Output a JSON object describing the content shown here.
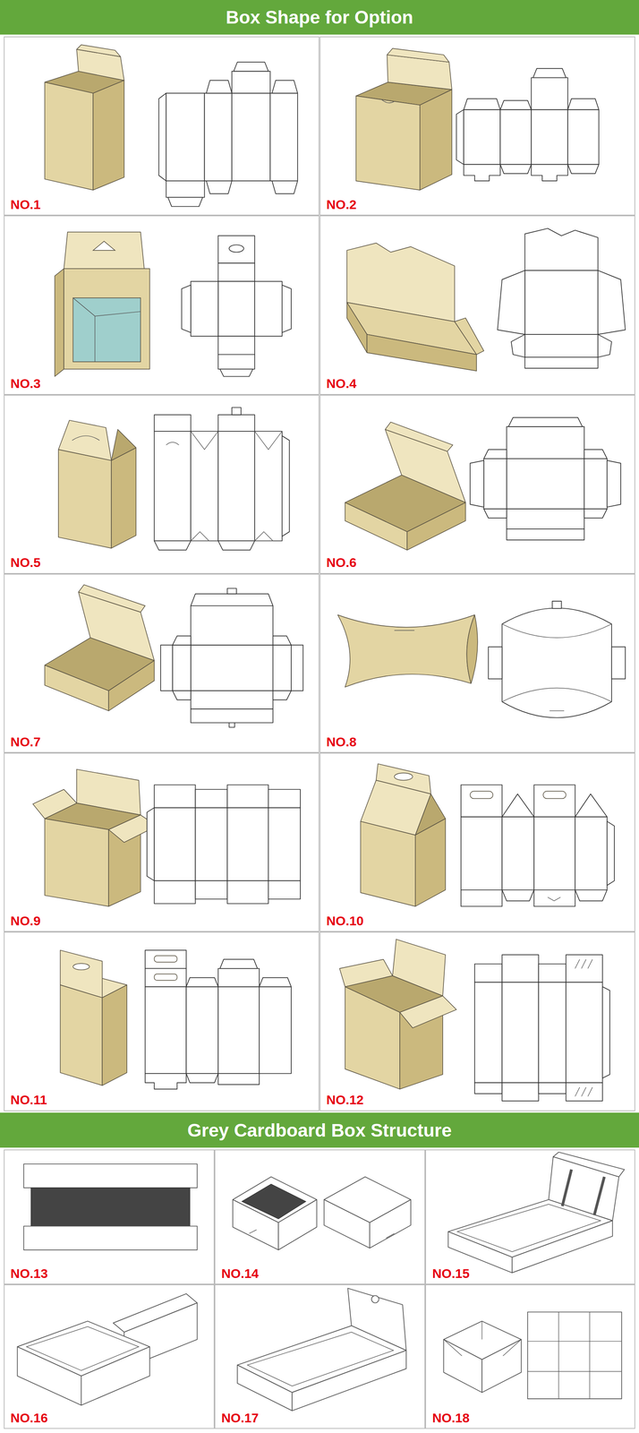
{
  "diagram": {
    "nodes": [
      {
        "text": [
          "Box Shape for Option"
        ]
      },
      {
        "text": [
          "NO.1"
        ]
      },
      {
        "text": [
          "NO.2"
        ]
      },
      {
        "text": [
          "NO.3"
        ]
      },
      {
        "text": [
          "NO.4"
        ]
      },
      {
        "text": [
          "NO.5"
        ]
      },
      {
        "text": [
          "NO.6"
        ]
      },
      {
        "text": [
          "NO.7"
        ]
      },
      {
        "text": [
          "NO.8"
        ]
      },
      {
        "text": [
          "NO.9"
        ]
      },
      {
        "text": [
          "NO.10"
        ]
      },
      {
        "text": [
          "NO.11"
        ]
      },
      {
        "text": [
          "NO.12"
        ]
      },
      {
        "text": [
          "Grey Cardboard Box Structure"
        ]
      },
      {
        "text": [
          "NO.13"
        ]
      },
      {
        "text": [
          "NO.14"
        ]
      },
      {
        "text": [
          "NO.15"
        ]
      },
      {
        "text": [
          "NO.16"
        ]
      },
      {
        "text": [
          "NO.17"
        ]
      },
      {
        "text": [
          "NO.18"
        ]
      }
    ]
  }
}
